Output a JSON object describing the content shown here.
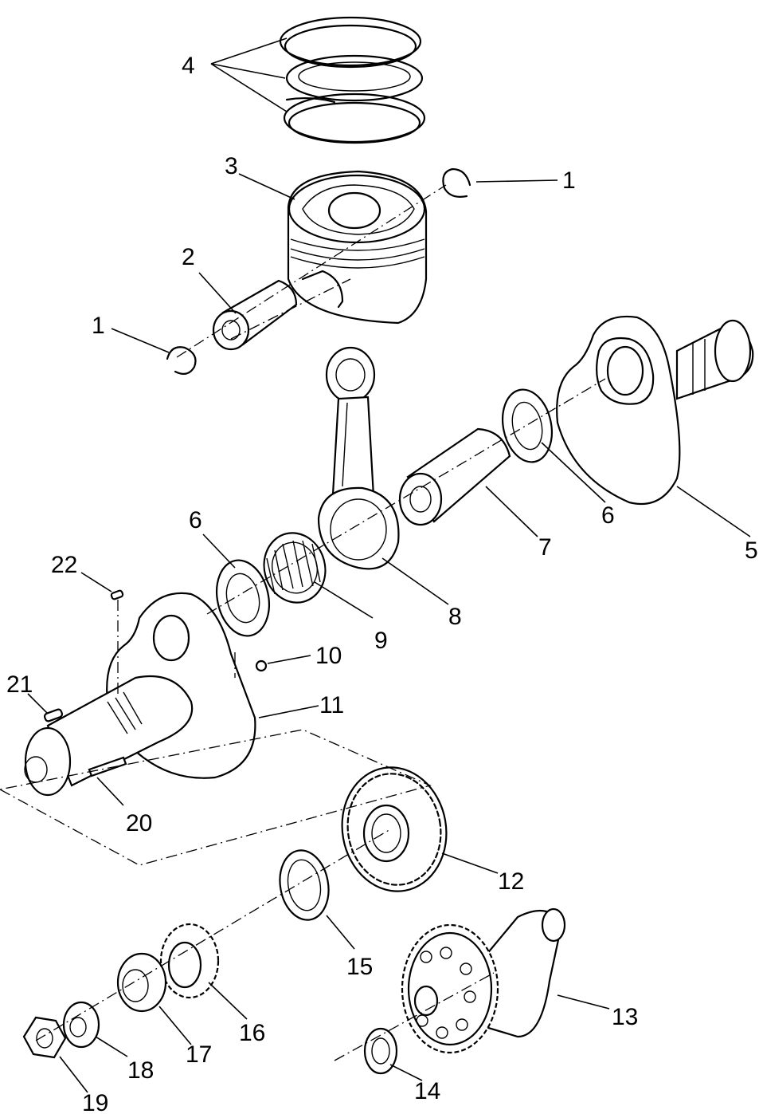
{
  "callouts": [
    {
      "id": "c1a",
      "text": "1"
    },
    {
      "id": "c1b",
      "text": "1"
    },
    {
      "id": "c2",
      "text": "2"
    },
    {
      "id": "c3",
      "text": "3"
    },
    {
      "id": "c4",
      "text": "4"
    },
    {
      "id": "c5",
      "text": "5"
    },
    {
      "id": "c6a",
      "text": "6"
    },
    {
      "id": "c6b",
      "text": "6"
    },
    {
      "id": "c7",
      "text": "7"
    },
    {
      "id": "c8",
      "text": "8"
    },
    {
      "id": "c9",
      "text": "9"
    },
    {
      "id": "c10",
      "text": "10"
    },
    {
      "id": "c11",
      "text": "11"
    },
    {
      "id": "c12",
      "text": "12"
    },
    {
      "id": "c13",
      "text": "13"
    },
    {
      "id": "c14",
      "text": "14"
    },
    {
      "id": "c15",
      "text": "15"
    },
    {
      "id": "c16",
      "text": "16"
    },
    {
      "id": "c17",
      "text": "17"
    },
    {
      "id": "c18",
      "text": "18"
    },
    {
      "id": "c19",
      "text": "19"
    },
    {
      "id": "c20",
      "text": "20"
    },
    {
      "id": "c21",
      "text": "21"
    },
    {
      "id": "c22",
      "text": "22"
    }
  ]
}
